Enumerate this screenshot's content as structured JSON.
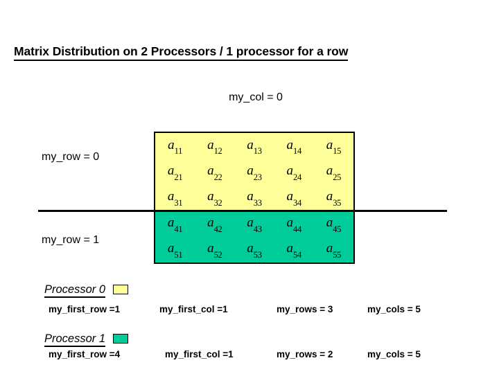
{
  "slide": {
    "title": "Matrix Distribution on 2 Processors / 1 processor for a row",
    "col_label": "my_col = 0",
    "row_labels": [
      "my_row = 0",
      "my_row = 1"
    ]
  },
  "colors": {
    "processor0_fill": "#FFFF99",
    "processor1_fill": "#00CC99",
    "border": "#000000",
    "background": "#FFFFFF"
  },
  "matrix": {
    "symbol": "a",
    "rows": 5,
    "cols": 5,
    "cells": [
      [
        {
          "base": "a",
          "sub": "11"
        },
        {
          "base": "a",
          "sub": "12"
        },
        {
          "base": "a",
          "sub": "13"
        },
        {
          "base": "a",
          "sub": "14"
        },
        {
          "base": "a",
          "sub": "15"
        }
      ],
      [
        {
          "base": "a",
          "sub": "21"
        },
        {
          "base": "a",
          "sub": "22"
        },
        {
          "base": "a",
          "sub": "23"
        },
        {
          "base": "a",
          "sub": "24"
        },
        {
          "base": "a",
          "sub": "25"
        }
      ],
      [
        {
          "base": "a",
          "sub": "31"
        },
        {
          "base": "a",
          "sub": "32"
        },
        {
          "base": "a",
          "sub": "33"
        },
        {
          "base": "a",
          "sub": "34"
        },
        {
          "base": "a",
          "sub": "35"
        }
      ],
      [
        {
          "base": "a",
          "sub": "41"
        },
        {
          "base": "a",
          "sub": "42"
        },
        {
          "base": "a",
          "sub": "43"
        },
        {
          "base": "a",
          "sub": "44"
        },
        {
          "base": "a",
          "sub": "45"
        }
      ],
      [
        {
          "base": "a",
          "sub": "51"
        },
        {
          "base": "a",
          "sub": "52"
        },
        {
          "base": "a",
          "sub": "53"
        },
        {
          "base": "a",
          "sub": "54"
        },
        {
          "base": "a",
          "sub": "55"
        }
      ]
    ]
  },
  "legend": [
    {
      "title": "Processor 0",
      "swatch_color": "#FFFF99",
      "params": {
        "my_first_row": "my_first_row =1",
        "my_first_col": "my_first_col =1",
        "my_rows": "my_rows = 3",
        "my_cols": "my_cols = 5"
      }
    },
    {
      "title": "Processor 1",
      "swatch_color": "#00CC99",
      "params": {
        "my_first_row": "my_first_row =4",
        "my_first_col": "my_first_col =1",
        "my_rows": "my_rows = 2",
        "my_cols": "my_cols = 5"
      }
    }
  ]
}
